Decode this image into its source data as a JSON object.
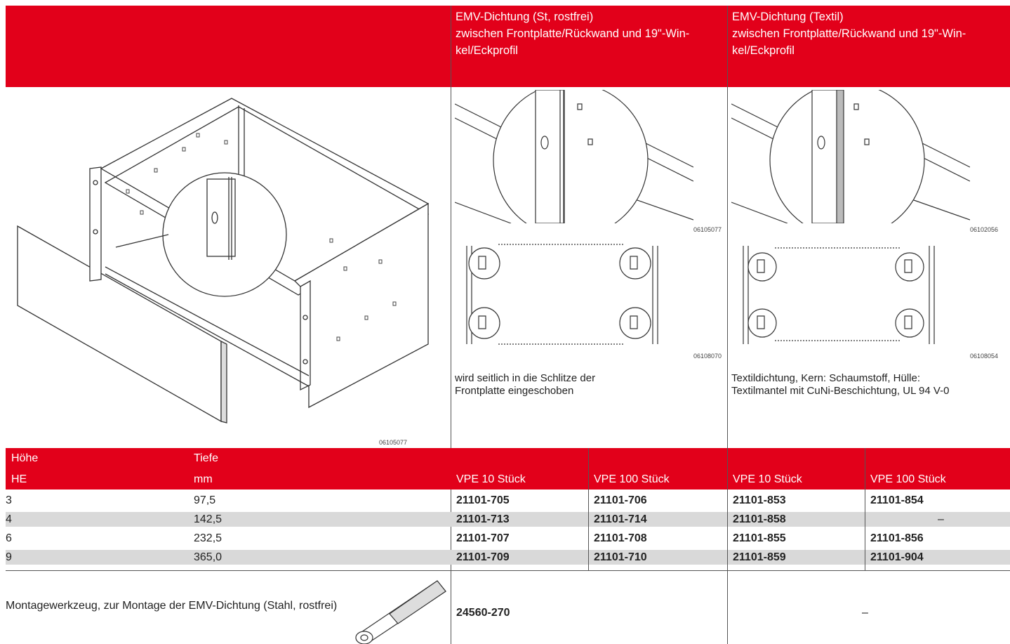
{
  "header": {
    "col_st": {
      "title": "EMV-Dichtung  (St, rostfrei)",
      "desc": "zwischen Frontplatte/Rückwand und 19\"-Win-kel/Eckprofil"
    },
    "col_textil": {
      "title": "EMV-Dichtung  (Textil)",
      "desc": "zwischen Frontplatte/Rückwand und 19\"-Win-kel/Eckprofil"
    }
  },
  "images": {
    "main_code": "06105077",
    "st_detail_code": "06105077",
    "st_section_code": "06108070",
    "textil_detail_code": "06102056",
    "textil_section_code": "06108054"
  },
  "notes": {
    "st": "wird seitlich in die Schlitze der Frontplatte eingeschoben",
    "textil": "Textildichtung, Kern: Schaumstoff, Hülle: Textilmantel mit CuNi-Beschichtung, UL 94 V-0"
  },
  "table": {
    "head": {
      "hoehe": "Höhe",
      "he": "HE",
      "tiefe": "Tiefe",
      "mm": "mm",
      "vpe10_st": "VPE 10 Stück",
      "vpe100_st": "VPE 100 Stück",
      "vpe10_tx": "VPE 10 Stück",
      "vpe100_tx": "VPE 100 Stück"
    },
    "rows": [
      {
        "he": "3",
        "tiefe": "97,5",
        "st10": "21101-705",
        "st100": "21101-706",
        "tx10": "21101-853",
        "tx100": "21101-854"
      },
      {
        "he": "4",
        "tiefe": "142,5",
        "st10": "21101-713",
        "st100": "21101-714",
        "tx10": "21101-858",
        "tx100": "–"
      },
      {
        "he": "6",
        "tiefe": "232,5",
        "st10": "21101-707",
        "st100": "21101-708",
        "tx10": "21101-855",
        "tx100": "21101-856"
      },
      {
        "he": "9",
        "tiefe": "365,0",
        "st10": "21101-709",
        "st100": "21101-710",
        "tx10": "21101-859",
        "tx100": "21101-904"
      }
    ]
  },
  "footer": {
    "label": "Montagewerkzeug, zur Montage der EMV-Dichtung (Stahl, rostfrei)",
    "st_code": "24560-270",
    "textil_code": "–"
  },
  "colors": {
    "accent": "#e2001a",
    "stripe": "#d9d9d9"
  }
}
